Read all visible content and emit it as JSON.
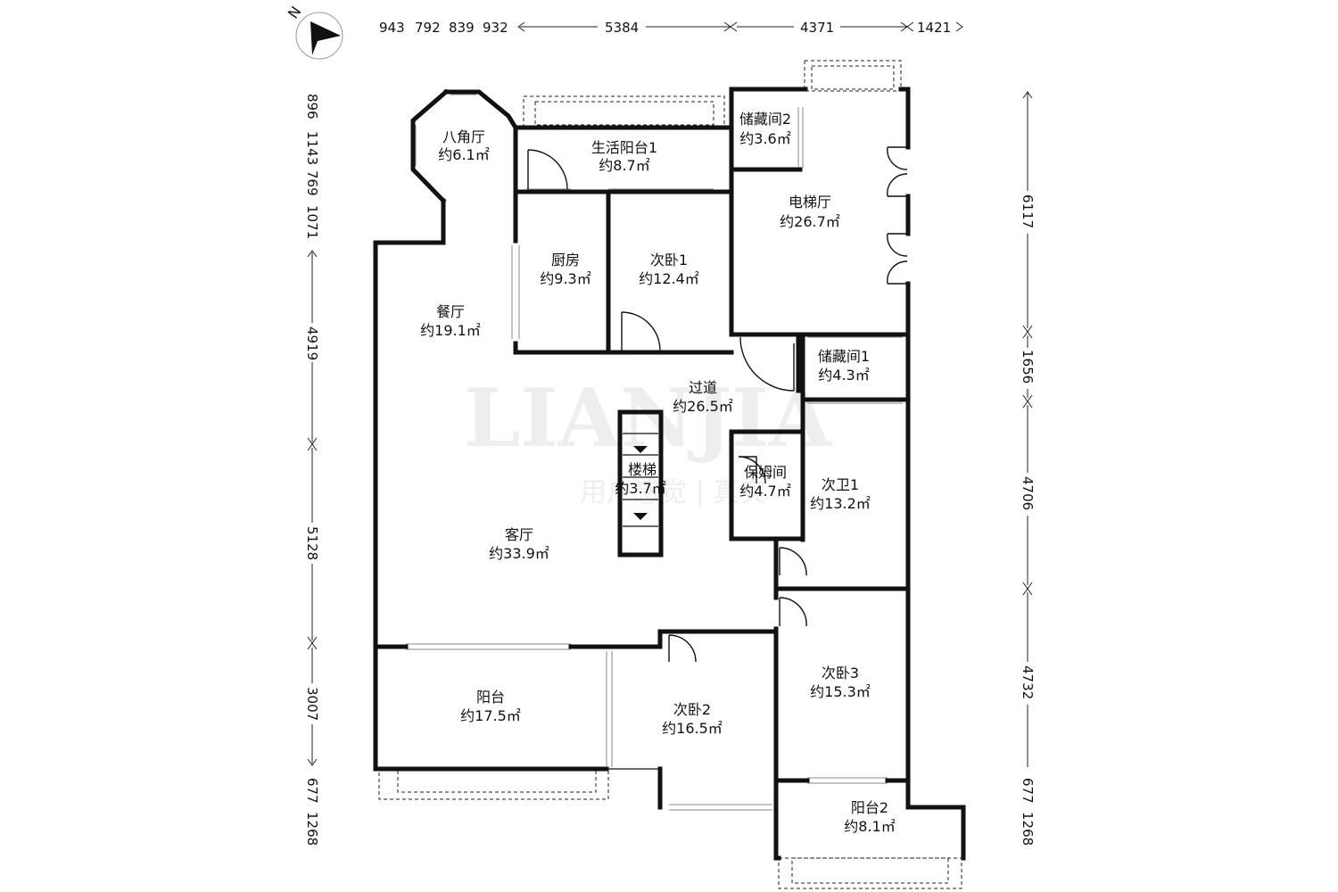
{
  "compass": {
    "label": "N"
  },
  "watermark": {
    "main": "LIANJIA",
    "sub": "用户感觉 | 真实"
  },
  "dimensions": {
    "top": [
      "943",
      "792",
      "839",
      "932",
      "5384",
      "4371",
      "1421"
    ],
    "left": [
      "896",
      "1143",
      "769",
      "1071",
      "4919",
      "5128",
      "3007",
      "677",
      "1268"
    ],
    "right": [
      "6117",
      "1656",
      "4706",
      "4732",
      "677",
      "1268"
    ]
  },
  "rooms": [
    {
      "name": "八角厅",
      "area": "约6.1㎡"
    },
    {
      "name": "生活阳台1",
      "area": "约8.7㎡"
    },
    {
      "name": "储藏间2",
      "area": "约3.6㎡"
    },
    {
      "name": "电梯厅",
      "area": "约26.7㎡"
    },
    {
      "name": "厨房",
      "area": "约9.3㎡"
    },
    {
      "name": "次卧1",
      "area": "约12.4㎡"
    },
    {
      "name": "餐厅",
      "area": "约19.1㎡"
    },
    {
      "name": "储藏间1",
      "area": "约4.3㎡"
    },
    {
      "name": "过道",
      "area": "约26.5㎡"
    },
    {
      "name": "楼梯",
      "area": "约3.7㎡"
    },
    {
      "name": "保姆间",
      "area": "约4.7㎡"
    },
    {
      "name": "次卫1",
      "area": "约13.2㎡"
    },
    {
      "name": "客厅",
      "area": "约33.9㎡"
    },
    {
      "name": "阳台",
      "area": "约17.5㎡"
    },
    {
      "name": "次卧2",
      "area": "约16.5㎡"
    },
    {
      "name": "次卧3",
      "area": "约15.3㎡"
    },
    {
      "name": "阳台2",
      "area": "约8.1㎡"
    }
  ]
}
